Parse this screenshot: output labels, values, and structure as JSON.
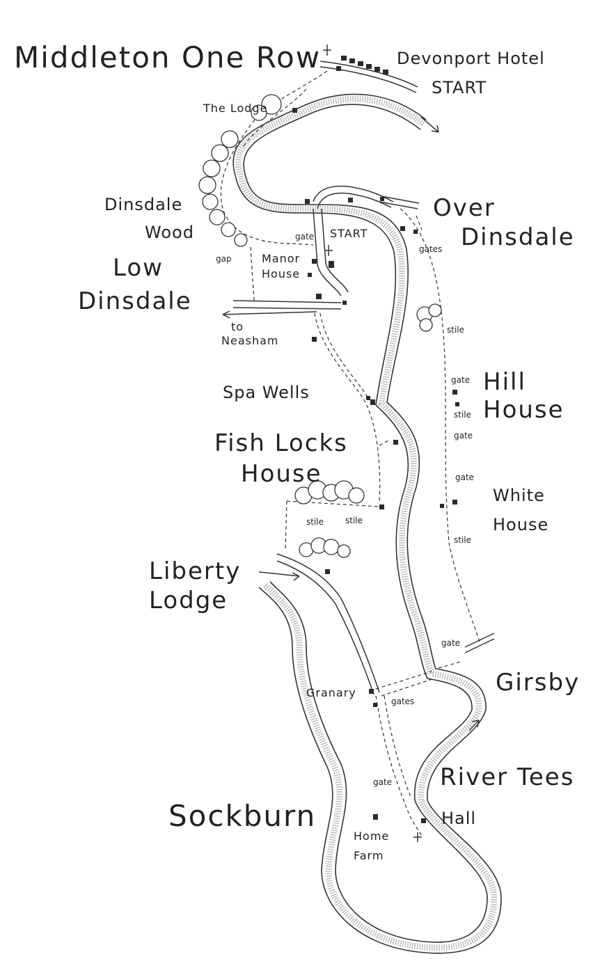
{
  "labels": {
    "middleton": "Middleton One Row",
    "devonport": "Devonport Hotel",
    "start_top": "START",
    "the_lodge": "The Lodge",
    "dinsdale": "Dinsdale",
    "wood": "Wood",
    "low": "Low",
    "low_dinsdale": "Dinsdale",
    "gate1": "gate",
    "start_mid": "START",
    "gap": "gap",
    "manor": "Manor",
    "manor_house": "House",
    "over": "Over",
    "over_dinsdale": "Dinsdale",
    "gates1": "gates",
    "to": "to",
    "neasham": "Neasham",
    "stile1": "stile",
    "spa_wells": "Spa Wells",
    "gate2": "gate",
    "hill": "Hill",
    "hill_house": "House",
    "stile2": "stile",
    "gate3": "gate",
    "fish_locks": "Fish Locks",
    "fish_house": "House",
    "gate4": "gate",
    "white": "White",
    "white_house": "House",
    "stile3": "stile",
    "stile4": "stile",
    "stile5": "stile",
    "liberty": "Liberty",
    "liberty_lodge": "Lodge",
    "gate5": "gate",
    "girsby": "Girsby",
    "granary": "Granary",
    "gates2": "gates",
    "gate6": "gate",
    "river_tees": "River Tees",
    "sockburn": "Sockburn",
    "hall": "Hall",
    "home": "Home",
    "farm": "Farm"
  },
  "icons": {
    "river": "river-tees-icon",
    "church": "church-cross-icon",
    "tree": "tree-clump-icon",
    "building": "building-icon",
    "arrow": "flow-arrow-icon"
  },
  "colors": {
    "ink": "#222222",
    "paper": "#ffffff",
    "river_shade": "#bdbdbd"
  }
}
